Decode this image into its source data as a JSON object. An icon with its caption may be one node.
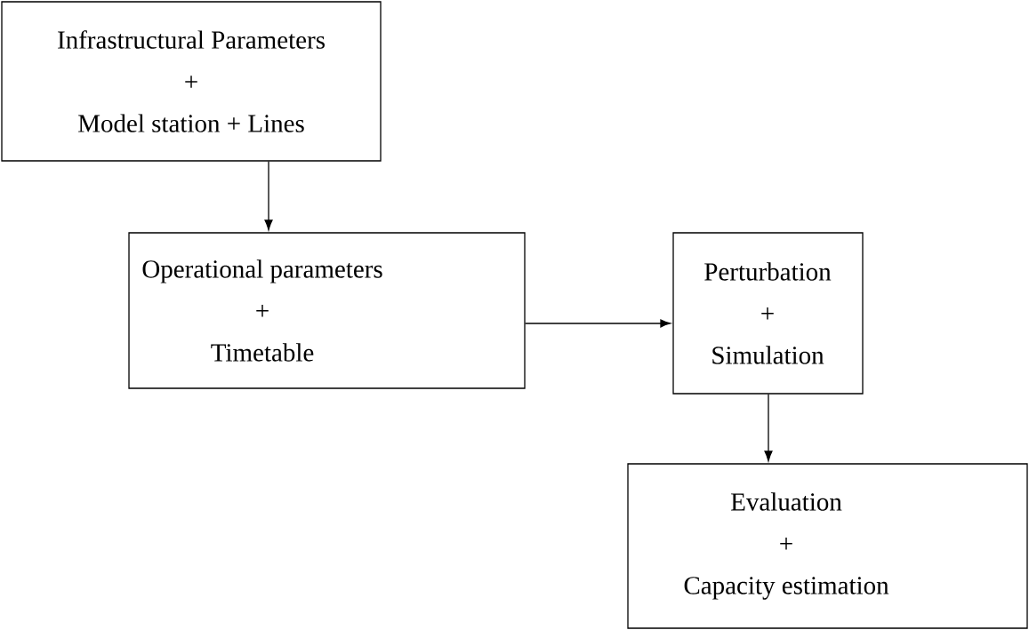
{
  "diagram": {
    "nodes": [
      {
        "text": [
          "Infrastructural Parameters",
          "+",
          "Model station + Lines"
        ]
      },
      {
        "text": [
          "Operational parameters",
          "+",
          "Timetable"
        ]
      },
      {
        "text": [
          "Perturbation",
          "+",
          "Simulation"
        ]
      },
      {
        "text": [
          "Evaluation",
          "+",
          "Capacity estimation"
        ]
      }
    ],
    "edges": [
      {
        "from": 0,
        "to": 1,
        "arrow": "to"
      },
      {
        "from": 1,
        "to": 2,
        "arrow": "to"
      },
      {
        "from": 2,
        "to": 3,
        "arrow": "to"
      }
    ]
  }
}
